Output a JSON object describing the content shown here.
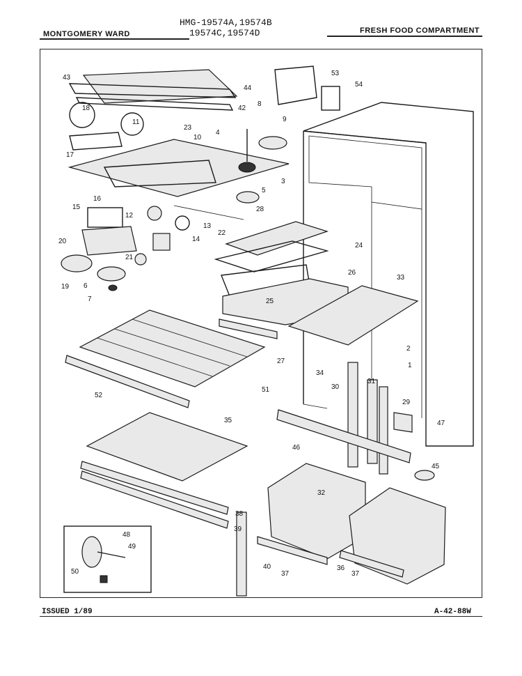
{
  "header": {
    "left": "MONTGOMERY WARD",
    "model_line1": "HMG-19574A,19574B",
    "model_line2": "19574C,19574D",
    "right": "FRESH FOOD COMPARTMENT"
  },
  "footer": {
    "issued": "ISSUED 1/89",
    "code": "A-42-88W"
  },
  "callouts": [
    "1",
    "2",
    "3",
    "4",
    "5",
    "6",
    "7",
    "8",
    "9",
    "10",
    "11",
    "12",
    "13",
    "14",
    "15",
    "16",
    "17",
    "18",
    "19",
    "20",
    "21",
    "22",
    "23",
    "24",
    "25",
    "26",
    "27",
    "28",
    "29",
    "30",
    "31",
    "32",
    "33",
    "34",
    "35",
    "36",
    "37",
    "37",
    "38",
    "39",
    "40",
    "43",
    "44",
    "42",
    "45",
    "46",
    "47",
    "48",
    "49",
    "50",
    "51",
    "52",
    "53",
    "54"
  ]
}
